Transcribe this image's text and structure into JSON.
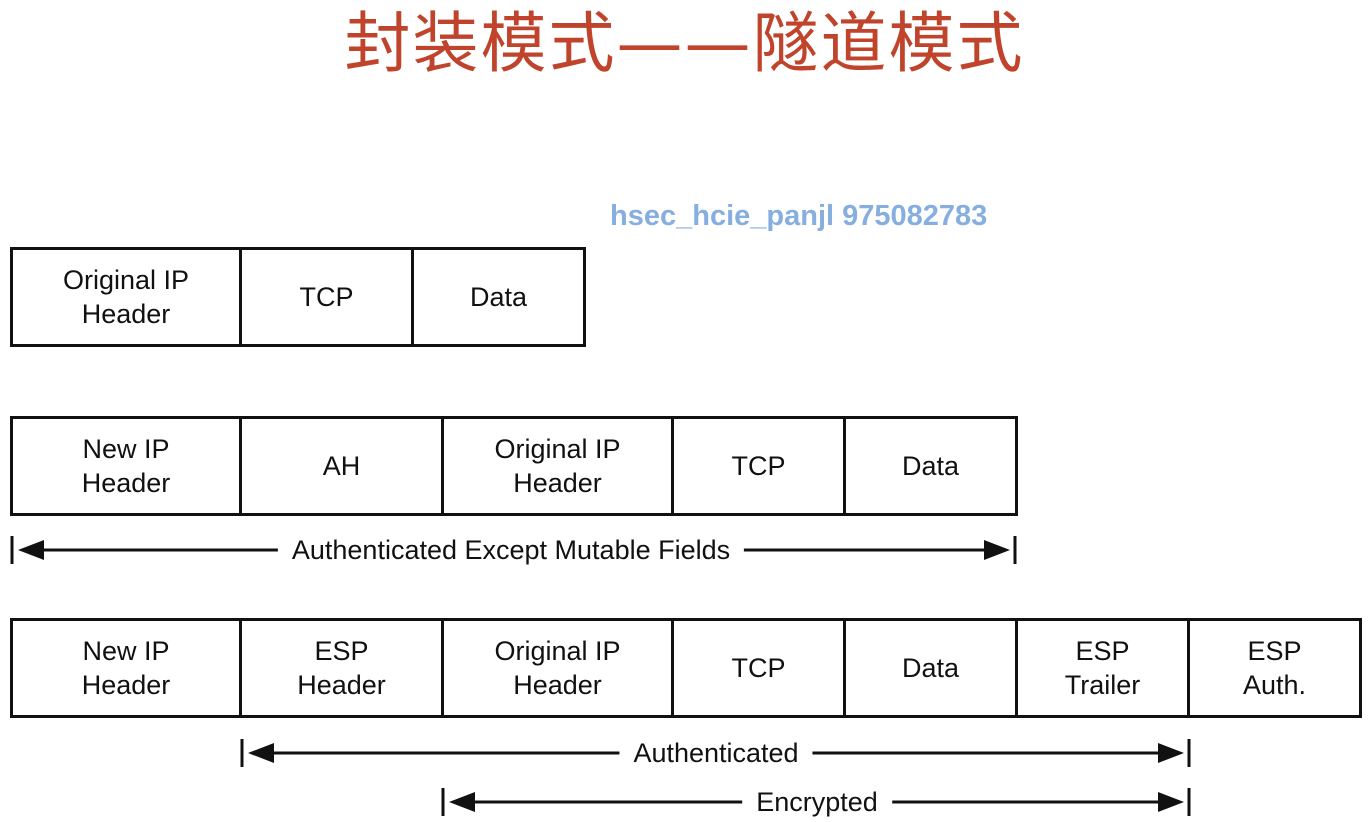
{
  "title": "封装模式——隧道模式",
  "watermark": "hsec_hcie_panjl 975082783",
  "rows": {
    "original": [
      "Original IP\nHeader",
      "TCP",
      "Data"
    ],
    "ah": [
      "New IP\nHeader",
      "AH",
      "Original IP\nHeader",
      "TCP",
      "Data"
    ],
    "esp": [
      "New IP\nHeader",
      "ESP\nHeader",
      "Original IP\nHeader",
      "TCP",
      "Data",
      "ESP\nTrailer",
      "ESP\nAuth."
    ]
  },
  "spans": {
    "ah_authenticated": "Authenticated Except Mutable Fields",
    "esp_authenticated": "Authenticated",
    "esp_encrypted": "Encrypted"
  },
  "colors": {
    "title": "#c0442c",
    "watermark": "#86aee0",
    "lines": "#111111"
  }
}
